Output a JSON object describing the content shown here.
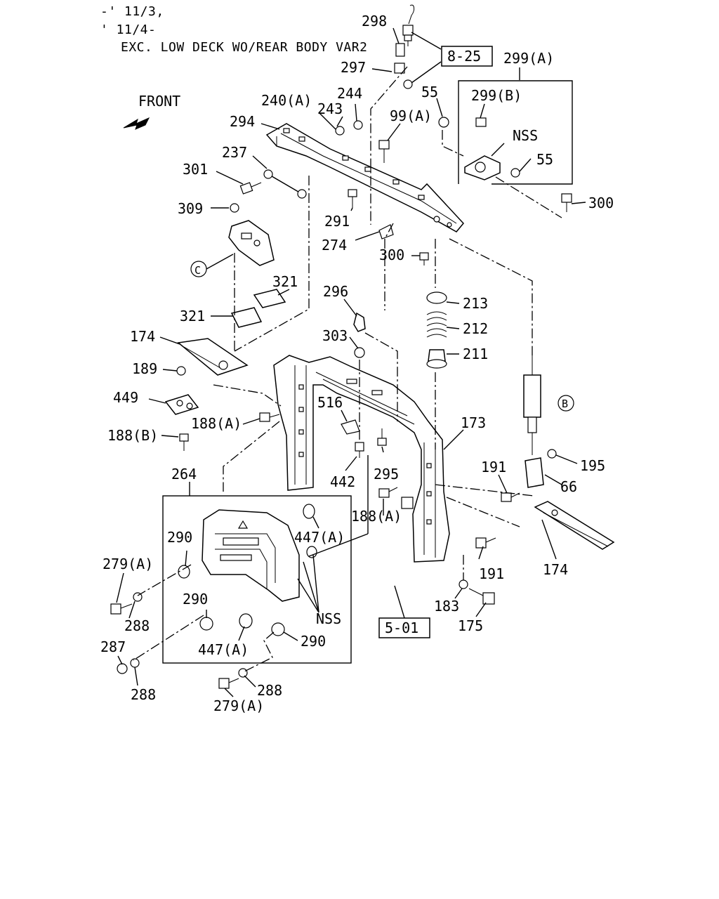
{
  "header": {
    "line1": "-' 11/3,",
    "line2": "' 11/4-",
    "line3": "EXC. LOW DECK WO/REAR BODY VAR2"
  },
  "front_label": "FRONT",
  "ref_boxes": {
    "top": "8-25",
    "bottom": "5-01"
  },
  "circle_markers": {
    "c": "C",
    "b": "B"
  },
  "callouts": {
    "c298": "298",
    "c297": "297",
    "c299a": "299(A)",
    "c299b": "299(B)",
    "c55_top": "55",
    "c55_right": "55",
    "nss_top": "NSS",
    "c300_right": "300",
    "c244": "244",
    "c240a": "240(A)",
    "c243": "243",
    "c99a": "99(A)",
    "c294": "294",
    "c237": "237",
    "c301": "301",
    "c309": "309",
    "c291": "291",
    "c274": "274",
    "c300_mid": "300",
    "c321_a": "321",
    "c321_b": "321",
    "c296": "296",
    "c213": "213",
    "c212": "212",
    "c211": "211",
    "c174_left": "174",
    "c303": "303",
    "c189": "189",
    "c449": "449",
    "c516": "516",
    "c188a_left": "188(A)",
    "c188b": "188(B)",
    "c173": "173",
    "c295": "295",
    "c442": "442",
    "c264": "264",
    "c191_top": "191",
    "c195": "195",
    "c66": "66",
    "c188a_mid": "188(A)",
    "c290_top": "290",
    "c447a_top": "447(A)",
    "c279a_left": "279(A)",
    "c191_bottom": "191",
    "c174_right": "174",
    "c288_top": "288",
    "c290_mid": "290",
    "nss_bottom": "NSS",
    "c183": "183",
    "c175": "175",
    "c287": "287",
    "c447a_bottom": "447(A)",
    "c290_bottom": "290",
    "c288_bottom_left": "288",
    "c288_bottom": "288",
    "c279a_bottom": "279(A)"
  }
}
